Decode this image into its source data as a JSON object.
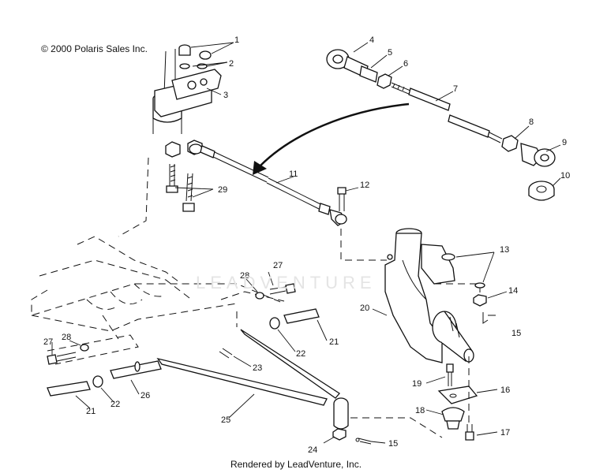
{
  "copyright": "© 2000 Polaris Sales Inc.",
  "footer": "Rendered by LeadVenture, Inc.",
  "watermark": "LEADVENTURE",
  "callouts": [
    {
      "id": "c1",
      "text": "1"
    },
    {
      "id": "c2",
      "text": "2"
    },
    {
      "id": "c3",
      "text": "3"
    },
    {
      "id": "c4",
      "text": "4"
    },
    {
      "id": "c5",
      "text": "5"
    },
    {
      "id": "c6",
      "text": "6"
    },
    {
      "id": "c7",
      "text": "7"
    },
    {
      "id": "c8",
      "text": "8"
    },
    {
      "id": "c9",
      "text": "9"
    },
    {
      "id": "c10",
      "text": "10"
    },
    {
      "id": "c11",
      "text": "11"
    },
    {
      "id": "c12",
      "text": "12"
    },
    {
      "id": "c13",
      "text": "13"
    },
    {
      "id": "c14",
      "text": "14"
    },
    {
      "id": "c15a",
      "text": "15"
    },
    {
      "id": "c15b",
      "text": "15"
    },
    {
      "id": "c16",
      "text": "16"
    },
    {
      "id": "c17",
      "text": "17"
    },
    {
      "id": "c18",
      "text": "18"
    },
    {
      "id": "c19",
      "text": "19"
    },
    {
      "id": "c20",
      "text": "20"
    },
    {
      "id": "c21a",
      "text": "21"
    },
    {
      "id": "c21b",
      "text": "21"
    },
    {
      "id": "c22a",
      "text": "22"
    },
    {
      "id": "c22b",
      "text": "22"
    },
    {
      "id": "c23",
      "text": "23"
    },
    {
      "id": "c24",
      "text": "24"
    },
    {
      "id": "c25",
      "text": "25"
    },
    {
      "id": "c26",
      "text": "26"
    },
    {
      "id": "c27a",
      "text": "27"
    },
    {
      "id": "c27b",
      "text": "27"
    },
    {
      "id": "c28a",
      "text": "28"
    },
    {
      "id": "c28b",
      "text": "28"
    },
    {
      "id": "c29",
      "text": "29"
    }
  ]
}
